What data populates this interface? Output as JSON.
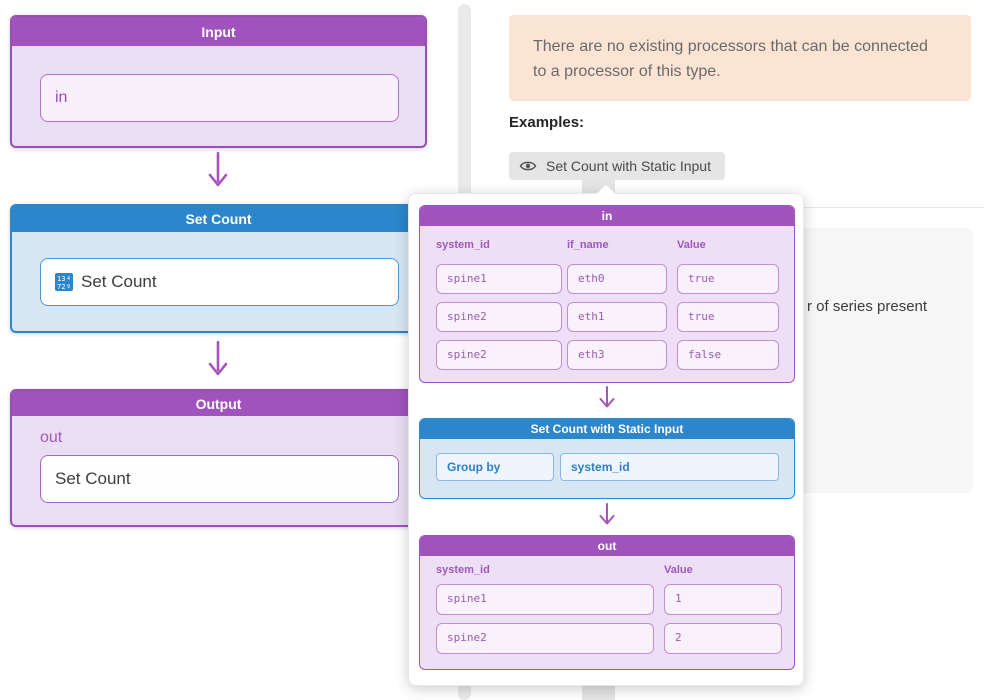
{
  "colors": {
    "purple_accent": "#a153bd",
    "purple_body": "#eadef2",
    "blue_accent": "#2b86cb",
    "blue_body": "#d8e6f4",
    "notice_bg": "#fbe4d3",
    "chip_bg": "#e5e5e5",
    "panel_bg": "#f6f6f6",
    "cell_text": "#9b5ab4"
  },
  "left_flow": {
    "input_node": {
      "title": "Input",
      "stage_label": "in"
    },
    "set_count_node": {
      "title": "Set Count",
      "stage_label": "Set Count",
      "icon": "count-grid-icon"
    },
    "output_node": {
      "title": "Output",
      "port_label": "out",
      "stage_label": "Set Count"
    }
  },
  "right_panel": {
    "notice_text": "There are no existing processors that can be connected to a processor of this type.",
    "examples_label": "Examples:",
    "example_chip": {
      "icon": "eye-icon",
      "label": "Set Count with Static Input"
    },
    "partial_description": "r of series present"
  },
  "popup": {
    "in_table": {
      "title": "in",
      "columns": [
        "system_id",
        "if_name",
        "Value"
      ],
      "rows": [
        [
          "spine1",
          "eth0",
          "true"
        ],
        [
          "spine2",
          "eth1",
          "true"
        ],
        [
          "spine2",
          "eth3",
          "false"
        ]
      ]
    },
    "processor": {
      "title": "Set Count with Static Input",
      "chips": [
        "Group by",
        "system_id"
      ]
    },
    "out_table": {
      "title": "out",
      "columns": [
        "system_id",
        "Value"
      ],
      "rows": [
        [
          "spine1",
          "1"
        ],
        [
          "spine2",
          "2"
        ]
      ]
    }
  }
}
